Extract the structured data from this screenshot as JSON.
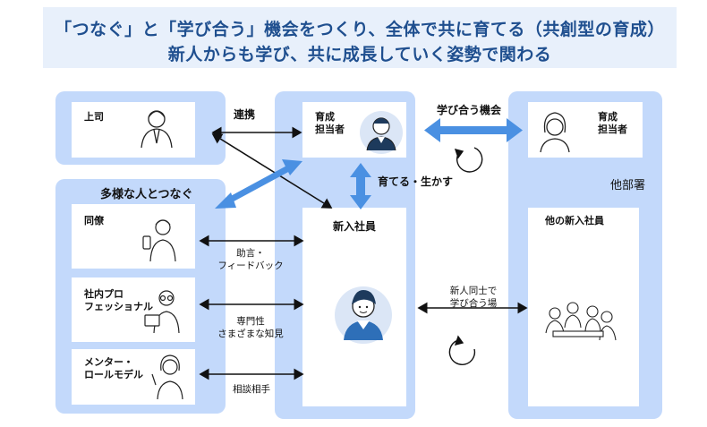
{
  "title": {
    "line1": "「つなぐ」と「学び合う」機会をつくり、全体で共に育てる（共創型の育成）",
    "line2": "新人からも学び、共に成長していく姿勢で関わる"
  },
  "left": {
    "boss_label": "上司",
    "group_title": "多様な人とつなぐ",
    "colleague_label": "同僚",
    "pro_label": "社内プロ\nフェッショナル",
    "mentor_label": "メンター・\nロールモデル"
  },
  "center": {
    "trainer_label": "育成\n担当者",
    "newcomer_label": "新入社員"
  },
  "right": {
    "trainer_label": "育成\n担当者",
    "dept_label": "他部署",
    "newcomers_label": "他の新入社員"
  },
  "arrows": {
    "renkei": "連携",
    "manabiai": "学び合う機会",
    "sodateru": "育てる・生かす",
    "advice": "助言・\nフィードバック",
    "expertise": "専門性\nさまざまな知見",
    "consult": "相談相手",
    "peer": "新人同士で\n学び合う場"
  },
  "colors": {
    "title_text": "#1f4f8f",
    "title_bg": "#e8f0fb",
    "panel": "#c3d9fb",
    "accent_arrow": "#4a90e2"
  }
}
